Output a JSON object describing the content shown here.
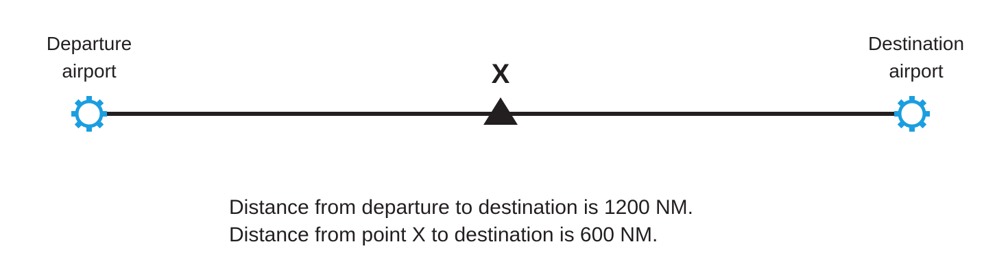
{
  "departure": {
    "label_line1": "Departure",
    "label_line2": "airport",
    "icon": "airport-gear-icon"
  },
  "destination": {
    "label_line1": "Destination",
    "label_line2": "airport",
    "icon": "airport-gear-icon"
  },
  "point": {
    "label": "X",
    "icon": "triangle-marker-icon"
  },
  "notes": {
    "line1": "Distance from departure to destination is 1200 NM.",
    "line2": "Distance from point X to destination is 600 NM."
  },
  "colors": {
    "route_line": "#231f20",
    "airport_symbol": "#1a9ee0",
    "text": "#231f20"
  }
}
